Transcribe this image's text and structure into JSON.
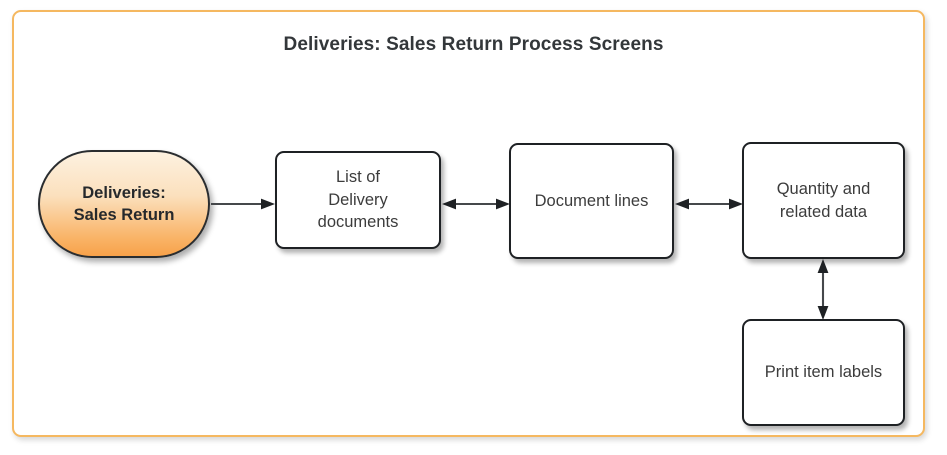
{
  "diagram": {
    "title": "Deliveries: Sales Return Process Screens",
    "frame_border_color": "#f5b860",
    "background_color": "#ffffff",
    "node_border_color": "#1e2124",
    "node_text_color": "#3c3c3c",
    "start_node_gradient_top": "#fdf1e0",
    "start_node_gradient_bottom": "#f8a24a",
    "connector_color": "#45484b",
    "nodes": [
      {
        "id": "start",
        "label": "Deliveries:\nSales Return",
        "shape": "stadium"
      },
      {
        "id": "list",
        "label": "List of\nDelivery\ndocuments",
        "shape": "rounded-rect"
      },
      {
        "id": "lines",
        "label": "Document lines",
        "shape": "rounded-rect"
      },
      {
        "id": "quantity",
        "label": "Quantity and\nrelated data",
        "shape": "rounded-rect"
      },
      {
        "id": "labels",
        "label": "Print item labels",
        "shape": "rounded-rect"
      }
    ],
    "connectors": [
      {
        "id": "start-to-list",
        "from": "start",
        "to": "list",
        "direction": "one-way",
        "orientation": "horizontal"
      },
      {
        "id": "list-to-lines",
        "from": "list",
        "to": "lines",
        "direction": "two-way",
        "orientation": "horizontal"
      },
      {
        "id": "lines-to-quantity",
        "from": "lines",
        "to": "quantity",
        "direction": "two-way",
        "orientation": "horizontal"
      },
      {
        "id": "quantity-to-labels",
        "from": "quantity",
        "to": "labels",
        "direction": "two-way",
        "orientation": "vertical"
      }
    ]
  }
}
